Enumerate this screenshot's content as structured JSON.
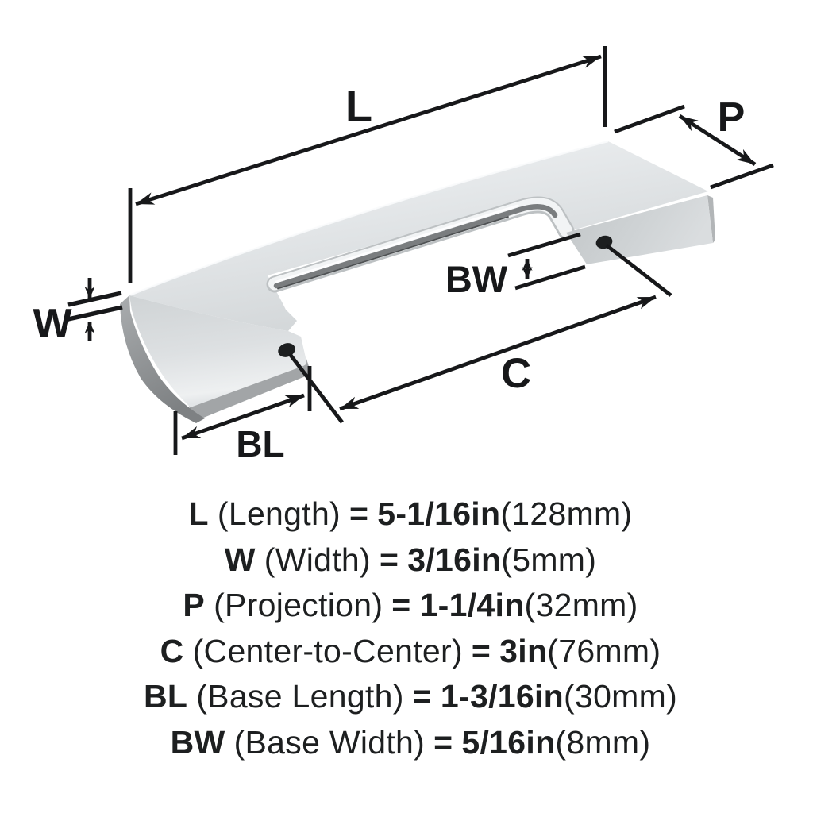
{
  "diagram": {
    "dimension_labels": {
      "length": "L",
      "projection": "P",
      "width": "W",
      "center_to_center": "C",
      "base_length": "BL",
      "base_width": "BW"
    },
    "colors": {
      "background": "#ffffff",
      "line": "#17181a",
      "metal_light": "#f2f4f5",
      "metal_mid": "#d4d7d9",
      "metal_dark": "#8f9294",
      "chrome_highlight": "#ffffff",
      "screw_hole": "#1c1e1f"
    }
  },
  "specs": {
    "rows": [
      {
        "label": "L",
        "name": "(Length)",
        "equals": "=",
        "inches": "5-1/16in",
        "metric": "(128mm)"
      },
      {
        "label": "W",
        "name": "(Width)",
        "equals": "=",
        "inches": "3/16in",
        "metric": "(5mm)"
      },
      {
        "label": "P",
        "name": "(Projection)",
        "equals": "=",
        "inches": "1-1/4in",
        "metric": "(32mm)"
      },
      {
        "label": "C",
        "name": "(Center-to-Center)",
        "equals": "=",
        "inches": "3in",
        "metric": "(76mm)"
      },
      {
        "label": "BL",
        "name": "(Base Length)",
        "equals": "=",
        "inches": "1-3/16in",
        "metric": "(30mm)"
      },
      {
        "label": "BW",
        "name": "(Base Width)",
        "equals": "=",
        "inches": "5/16in",
        "metric": "(8mm)"
      }
    ]
  }
}
